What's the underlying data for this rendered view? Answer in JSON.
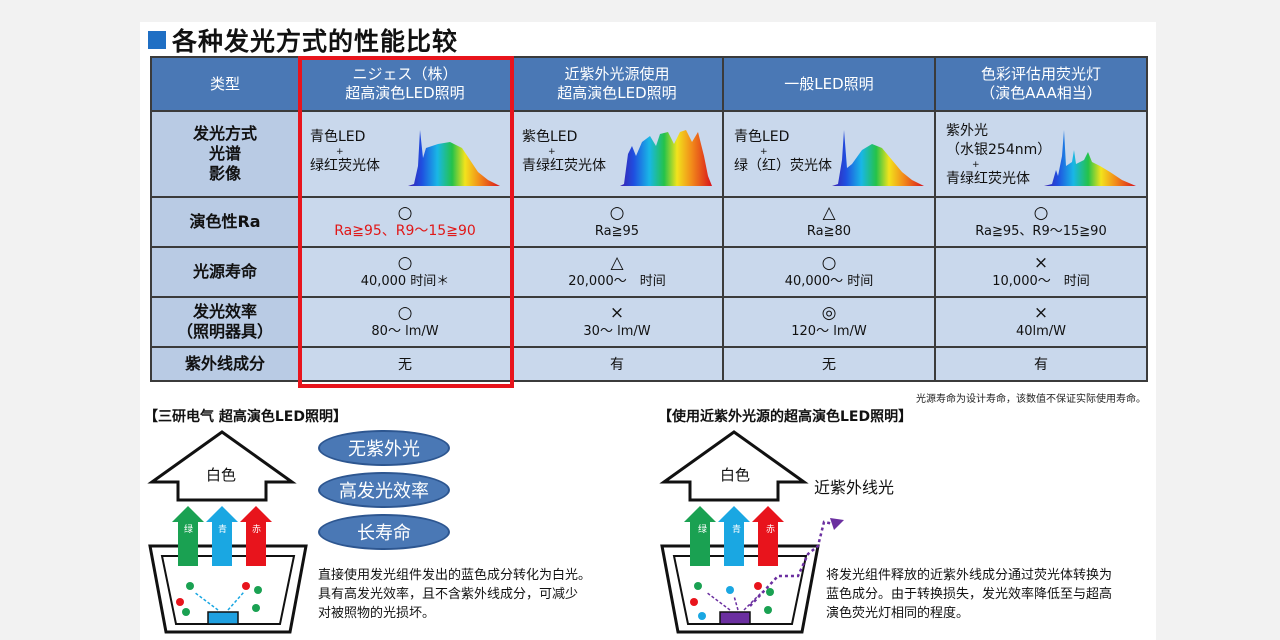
{
  "title": "各种发光方式的性能比较",
  "table": {
    "headers": [
      {
        "line1": "类型",
        "line2": ""
      },
      {
        "line1": "ニジェス（株）",
        "line2": "超高演色LED照明"
      },
      {
        "line1": "近紫外光源使用",
        "line2": "超高演色LED照明"
      },
      {
        "line1": "一般LED照明",
        "line2": ""
      },
      {
        "line1": "色彩评估用荧光灯",
        "line2": "（演色AAA相当）"
      }
    ],
    "row_spectrum": {
      "head": [
        "发光方式",
        "光谱",
        "影像"
      ],
      "cells": [
        {
          "top": "青色LED",
          "plus": "+",
          "bottom": "绿红荧光体"
        },
        {
          "top": "紫色LED",
          "plus": "+",
          "bottom": "青绿红荧光体"
        },
        {
          "top": "青色LED",
          "plus": "+",
          "bottom": "绿（红）荧光体"
        },
        {
          "top": "紫外光",
          "top2": "（水银254nm）",
          "plus": "+",
          "bottom": "青绿红荧光体"
        }
      ]
    },
    "row_ra": {
      "head": "演色性Ra",
      "cells": [
        {
          "sym": "○",
          "val": "Ra≧95、R9～15≧90"
        },
        {
          "sym": "○",
          "val": "Ra≧95"
        },
        {
          "sym": "△",
          "val": "Ra≧80"
        },
        {
          "sym": "○",
          "val": "Ra≧95、R9～15≧90"
        }
      ]
    },
    "row_life": {
      "head": "光源寿命",
      "cells": [
        {
          "sym": "○",
          "val": "40,000 时间＊"
        },
        {
          "sym": "△",
          "val": "20,000～　时间"
        },
        {
          "sym": "○",
          "val": "40,000～ 时间"
        },
        {
          "sym": "×",
          "val": "10,000～　时间"
        }
      ]
    },
    "row_eff": {
      "head": [
        "发光效率",
        "（照明器具）"
      ],
      "cells": [
        {
          "sym": "○",
          "val": "80～ lm/W"
        },
        {
          "sym": "×",
          "val": "30～ lm/W"
        },
        {
          "sym": "◎",
          "val": "120～ lm/W"
        },
        {
          "sym": "×",
          "val": "40lm/W"
        }
      ]
    },
    "row_uv": {
      "head": "紫外线成分",
      "cells": [
        "无",
        "有",
        "无",
        "有"
      ]
    }
  },
  "footnote": "光源寿命为设计寿命，该数值不保证实际使用寿命。",
  "left_panel": {
    "title": "【三研电气 超高演色LED照明】",
    "house_label": "白色",
    "arrow_labels": [
      "绿",
      "青",
      "赤"
    ],
    "pills": [
      "无紫外光",
      "高发光效率",
      "长寿命"
    ],
    "desc": [
      "直接使用发光组件发出的蓝色成分转化为白光。",
      "具有高发光效率，且不含紫外线成分，可减少",
      "对被照物的光损坏。"
    ]
  },
  "right_panel": {
    "title": "【使用近紫外光源的超高演色LED照明】",
    "house_label": "白色",
    "arrow_labels": [
      "绿",
      "青",
      "赤"
    ],
    "uv_label": "近紫外线光",
    "desc": [
      "将发光组件释放的近紫外线成分通过荧光体转换为",
      "蓝色成分。由于转换损失，发光效率降低至与超高",
      "演色荧光灯相同的程度。"
    ]
  },
  "colors": {
    "header_blue": "#4a78b5",
    "cell_blue": "#c9d8ec",
    "highlight_red": "#e8141c",
    "uv_purple": "#6b2fa0"
  }
}
